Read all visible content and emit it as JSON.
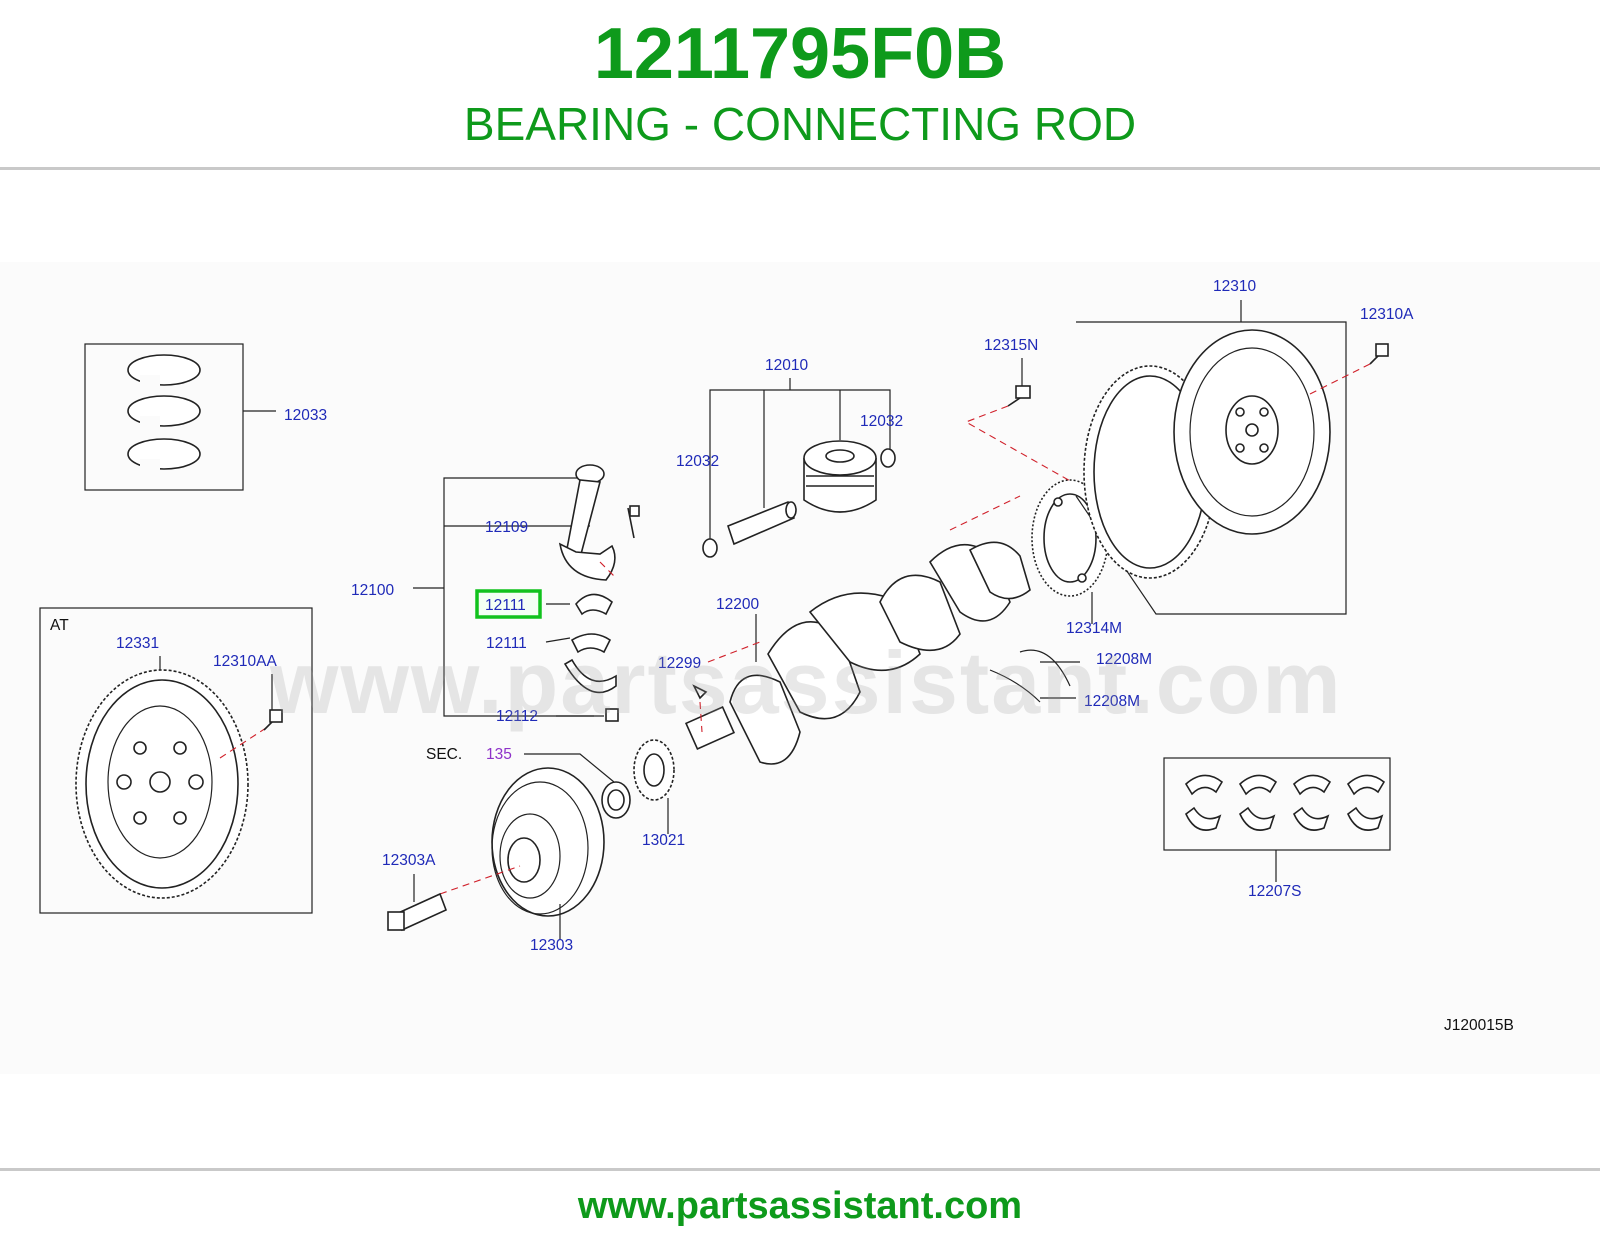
{
  "header": {
    "part_number": "1211795F0B",
    "part_name": "BEARING - CONNECTING ROD"
  },
  "diagram": {
    "figure_code": "J120015B",
    "inset_label": "AT",
    "sec_prefix": "SEC.",
    "sec_number": "135",
    "highlighted_callout": "12111",
    "callouts": {
      "c12033": "12033",
      "c12100": "12100",
      "c12109": "12109",
      "c12111_hl": "12111",
      "c12111": "12111",
      "c12112": "12112",
      "c12010": "12010",
      "c12032a": "12032",
      "c12032b": "12032",
      "c12315N": "12315N",
      "c12310": "12310",
      "c12310A": "12310A",
      "c12314M": "12314M",
      "c12200": "12200",
      "c12299": "12299",
      "c12208Ma": "12208M",
      "c12208Mb": "12208M",
      "c12331": "12331",
      "c12310AA": "12310AA",
      "c13021": "13021",
      "c12303A": "12303A",
      "c12303": "12303",
      "c12207S": "12207S"
    },
    "highlight_color": "#11c21d",
    "callout_color": "#1f2ab8"
  },
  "watermark": "www.partsassistant.com",
  "footer": {
    "url": "www.partsassistant.com"
  }
}
